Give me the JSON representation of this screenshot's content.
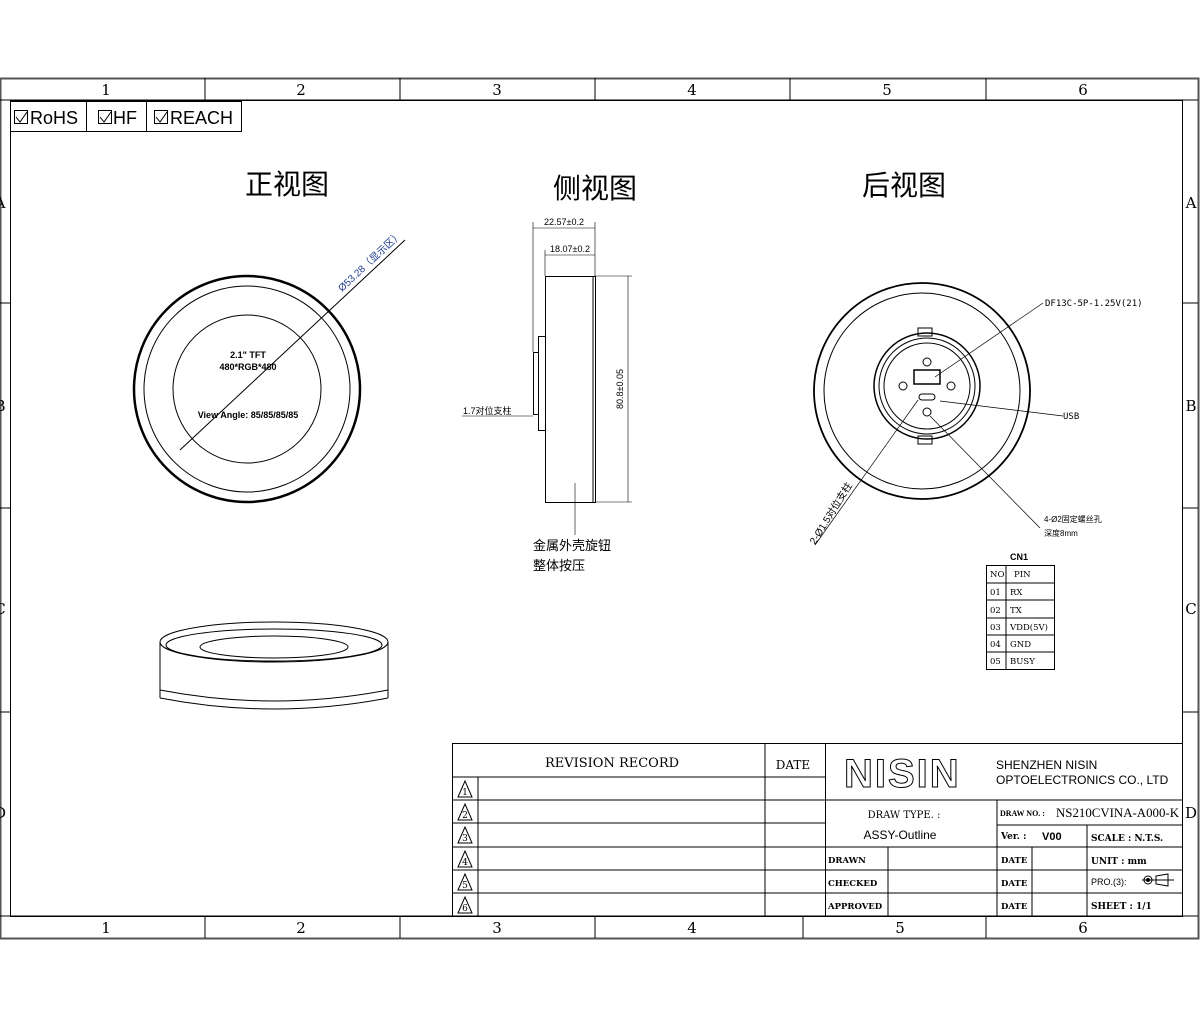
{
  "border": {
    "columns": [
      "1",
      "2",
      "3",
      "4",
      "5",
      "6"
    ],
    "rows": [
      "A",
      "B",
      "C",
      "D"
    ]
  },
  "compliance": [
    {
      "label": "RoHS",
      "checked": true
    },
    {
      "label": "HF",
      "checked": true
    },
    {
      "label": "REACH",
      "checked": true
    }
  ],
  "views": {
    "front": {
      "title": "正视图",
      "diameter": "Ø53.28（显示区）",
      "panel": "2.1\" TFT",
      "resolution": "480*RGB*480",
      "view_angle": "View Angle:  85/85/85/85"
    },
    "side": {
      "title": "侧视图",
      "dim_total": "22.57±0.2",
      "dim_body": "18.07±0.2",
      "dim_height": "80.8±0.05",
      "post": "1.7对位支柱",
      "note_line1": "金属外壳旋钮",
      "note_line2": "整体按压"
    },
    "back": {
      "title": "后视图",
      "connector": "DF13C-5P-1.25V(21)",
      "usb": "USB",
      "posts": "2-Ø1.5对位支柱",
      "holes_line1": "4-Ø2固定螺丝孔",
      "holes_line2": "深度8mm"
    }
  },
  "cn1": {
    "title": "CN1",
    "headers": [
      "NO",
      "PIN"
    ],
    "rows": [
      [
        "01",
        "RX"
      ],
      [
        "02",
        "TX"
      ],
      [
        "03",
        "VDD(5V)"
      ],
      [
        "04",
        "GND"
      ],
      [
        "05",
        "BUSY"
      ]
    ]
  },
  "revision": {
    "header": "REVISION  RECORD",
    "date_header": "DATE",
    "marks": [
      "1",
      "2",
      "3",
      "4",
      "5",
      "6"
    ]
  },
  "title_block": {
    "logo": "NISIN",
    "company_line1": "SHENZHEN NISIN",
    "company_line2": "OPTOELECTRONICS CO., LTD",
    "draw_type_label": "DRAW  TYPE. :",
    "draw_type": "ASSY-Outline",
    "draw_no_label": "DRAW  NO. :",
    "draw_no": "NS210CVINA-A000-K",
    "ver_label": "Ver. :",
    "ver": "V00",
    "scale": "SCALE : N.T.S.",
    "drawn": "DRAWN",
    "checked": "CHECKED",
    "approved": "APPROVED",
    "date": "DATE",
    "unit": "UNIT : mm",
    "projection": "PRO.(3):",
    "sheet": "SHEET :   1/1"
  }
}
